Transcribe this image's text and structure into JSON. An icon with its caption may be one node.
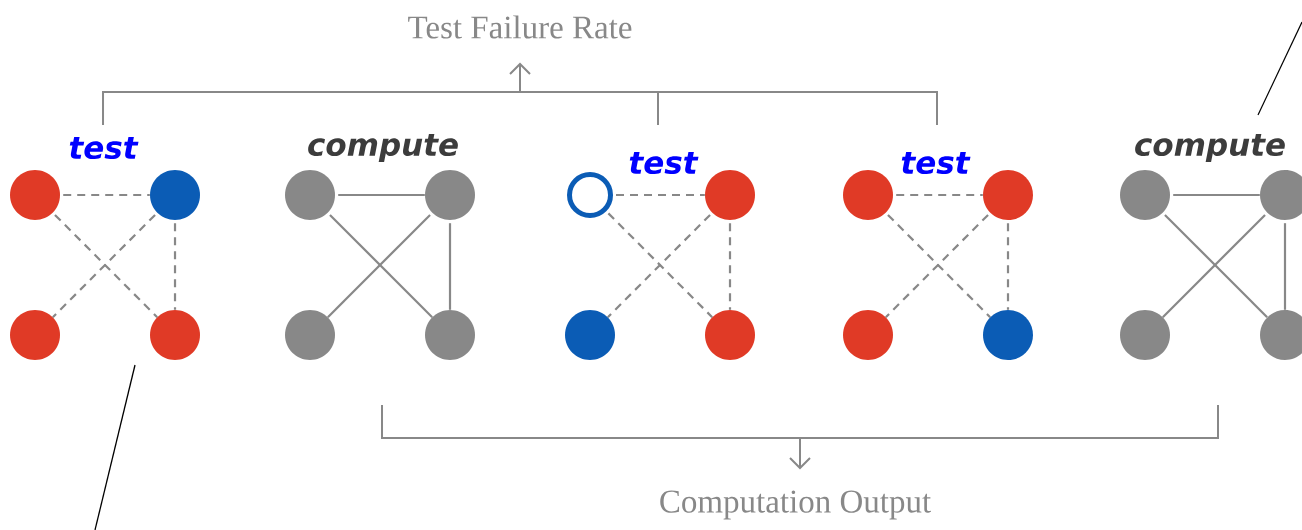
{
  "diagram": {
    "nodes": [
      {
        "text": [],
        "shape": "circle"
      },
      {
        "text": [],
        "shape": "circle"
      },
      {
        "text": [],
        "shape": "circle"
      },
      {
        "text": [],
        "shape": "circle"
      },
      {
        "text": [],
        "shape": "circle"
      },
      {
        "text": [],
        "shape": "circle"
      },
      {
        "text": [],
        "shape": "circle"
      },
      {
        "text": [],
        "shape": "circle"
      },
      {
        "text": [],
        "shape": "ring"
      },
      {
        "text": [],
        "shape": "circle"
      },
      {
        "text": [],
        "shape": "circle"
      },
      {
        "text": [],
        "shape": "circle"
      },
      {
        "text": [],
        "shape": "circle"
      },
      {
        "text": [],
        "shape": "circle"
      },
      {
        "text": [],
        "shape": "circle"
      },
      {
        "text": [],
        "shape": "circle"
      },
      {
        "text": [],
        "shape": "circle"
      },
      {
        "text": [],
        "shape": "circle"
      },
      {
        "text": [],
        "shape": "circle"
      },
      {
        "text": [],
        "shape": "circle"
      }
    ],
    "edges": [
      {
        "from": 0,
        "to": 1,
        "arrow": "none",
        "style": "dashed"
      },
      {
        "from": 0,
        "to": 3,
        "arrow": "none",
        "style": "dashed"
      },
      {
        "from": 1,
        "to": 2,
        "arrow": "none",
        "style": "dashed"
      },
      {
        "from": 1,
        "to": 3,
        "arrow": "none",
        "style": "dashed"
      },
      {
        "from": 4,
        "to": 5,
        "arrow": "none"
      },
      {
        "from": 4,
        "to": 7,
        "arrow": "none"
      },
      {
        "from": 5,
        "to": 6,
        "arrow": "none"
      },
      {
        "from": 5,
        "to": 7,
        "arrow": "none"
      },
      {
        "from": 8,
        "to": 9,
        "arrow": "none",
        "style": "dashed"
      },
      {
        "from": 8,
        "to": 11,
        "arrow": "none",
        "style": "dashed"
      },
      {
        "from": 9,
        "to": 10,
        "arrow": "none",
        "style": "dashed"
      },
      {
        "from": 9,
        "to": 11,
        "arrow": "none",
        "style": "dashed"
      },
      {
        "from": 12,
        "to": 13,
        "arrow": "none",
        "style": "dashed"
      },
      {
        "from": 12,
        "to": 15,
        "arrow": "none",
        "style": "dashed"
      },
      {
        "from": 13,
        "to": 14,
        "arrow": "none",
        "style": "dashed"
      },
      {
        "from": 13,
        "to": 15,
        "arrow": "none",
        "style": "dashed"
      },
      {
        "from": 16,
        "to": 17,
        "arrow": "none"
      },
      {
        "from": 16,
        "to": 19,
        "arrow": "none"
      },
      {
        "from": 17,
        "to": 18,
        "arrow": "none"
      },
      {
        "from": 17,
        "to": 19,
        "arrow": "none"
      }
    ],
    "labels": [
      "Test Failure Rate",
      "test",
      "compute",
      "test",
      "test",
      "compute",
      "Computation Output"
    ]
  }
}
